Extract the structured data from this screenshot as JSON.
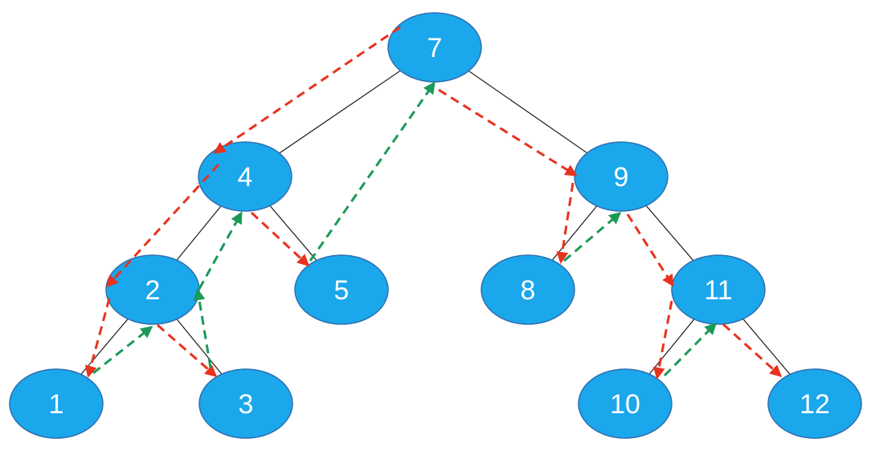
{
  "colors": {
    "node_fill": "#1aa7ec",
    "node_outline": "#2f6fb0",
    "node_text": "#ffffff",
    "tree_edge": "#1a1a1a",
    "descend_arrow": "#e8321e",
    "return_arrow": "#1a9a56",
    "background": "#ffffff"
  },
  "nodes": [
    {
      "id": "n7",
      "label": "7"
    },
    {
      "id": "n4",
      "label": "4"
    },
    {
      "id": "n9",
      "label": "9"
    },
    {
      "id": "n2",
      "label": "2"
    },
    {
      "id": "n5",
      "label": "5"
    },
    {
      "id": "n8",
      "label": "8"
    },
    {
      "id": "n11",
      "label": "11"
    },
    {
      "id": "n1",
      "label": "1"
    },
    {
      "id": "n3",
      "label": "3"
    },
    {
      "id": "n10",
      "label": "10"
    },
    {
      "id": "n12",
      "label": "12"
    }
  ],
  "tree_edges": [
    {
      "from": "n7",
      "to": "n4"
    },
    {
      "from": "n7",
      "to": "n9"
    },
    {
      "from": "n4",
      "to": "n2"
    },
    {
      "from": "n4",
      "to": "n5"
    },
    {
      "from": "n2",
      "to": "n1"
    },
    {
      "from": "n2",
      "to": "n3"
    },
    {
      "from": "n9",
      "to": "n8"
    },
    {
      "from": "n9",
      "to": "n11"
    },
    {
      "from": "n11",
      "to": "n10"
    },
    {
      "from": "n11",
      "to": "n12"
    }
  ],
  "traversal_arrows": [
    {
      "from": "n7",
      "to": "n4",
      "kind": "descend"
    },
    {
      "from": "n4",
      "to": "n2",
      "kind": "descend"
    },
    {
      "from": "n2",
      "to": "n1",
      "kind": "descend"
    },
    {
      "from": "n1",
      "to": "n2",
      "kind": "return"
    },
    {
      "from": "n2",
      "to": "n3",
      "kind": "descend"
    },
    {
      "from": "n3",
      "to": "n2",
      "kind": "return"
    },
    {
      "from": "n2",
      "to": "n4",
      "kind": "return"
    },
    {
      "from": "n4",
      "to": "n5",
      "kind": "descend"
    },
    {
      "from": "n5",
      "to": "n7",
      "kind": "return"
    },
    {
      "from": "n7",
      "to": "n9",
      "kind": "descend"
    },
    {
      "from": "n9",
      "to": "n8",
      "kind": "descend"
    },
    {
      "from": "n8",
      "to": "n9",
      "kind": "return"
    },
    {
      "from": "n9",
      "to": "n11",
      "kind": "descend"
    },
    {
      "from": "n11",
      "to": "n10",
      "kind": "descend"
    },
    {
      "from": "n10",
      "to": "n11",
      "kind": "return"
    },
    {
      "from": "n11",
      "to": "n12",
      "kind": "descend"
    }
  ]
}
